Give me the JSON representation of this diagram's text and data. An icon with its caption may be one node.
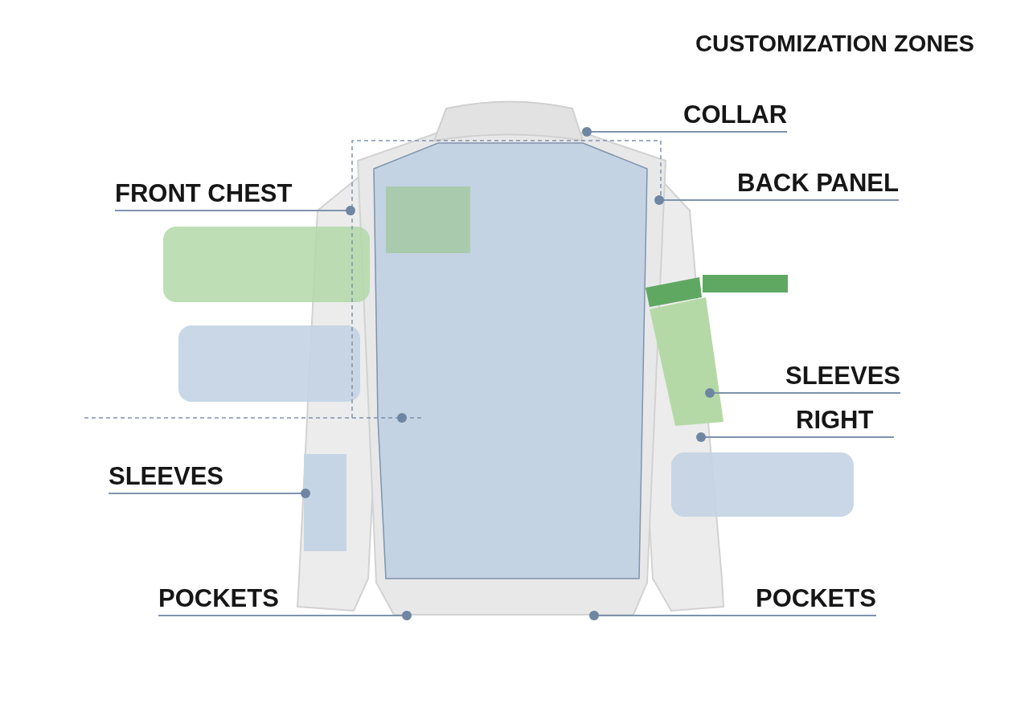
{
  "diagram": {
    "title": "CUSTOMIZATION ZONES",
    "nodes": [
      {
        "text": [
          "COLLAR"
        ]
      },
      {
        "text": [
          "BACK PANEL"
        ]
      },
      {
        "text": [
          "FRONT CHEST"
        ]
      },
      {
        "text": [
          "SLEEVES"
        ]
      },
      {
        "text": [
          "RIGHT"
        ]
      },
      {
        "text": [
          "SLEEVES"
        ]
      },
      {
        "text": [
          "POCKETS"
        ]
      },
      {
        "text": [
          "POCKETS"
        ]
      }
    ],
    "edges": [
      {
        "from": 0,
        "to": null,
        "arrow": "other"
      },
      {
        "from": 1,
        "to": null,
        "arrow": "other"
      },
      {
        "from": 2,
        "to": null,
        "arrow": "other"
      },
      {
        "from": 3,
        "to": null,
        "arrow": "other"
      },
      {
        "from": 4,
        "to": null,
        "arrow": "other"
      },
      {
        "from": 5,
        "to": null,
        "arrow": "other"
      },
      {
        "from": 6,
        "to": null,
        "arrow": "other"
      },
      {
        "from": 7,
        "to": null,
        "arrow": "other"
      }
    ]
  }
}
